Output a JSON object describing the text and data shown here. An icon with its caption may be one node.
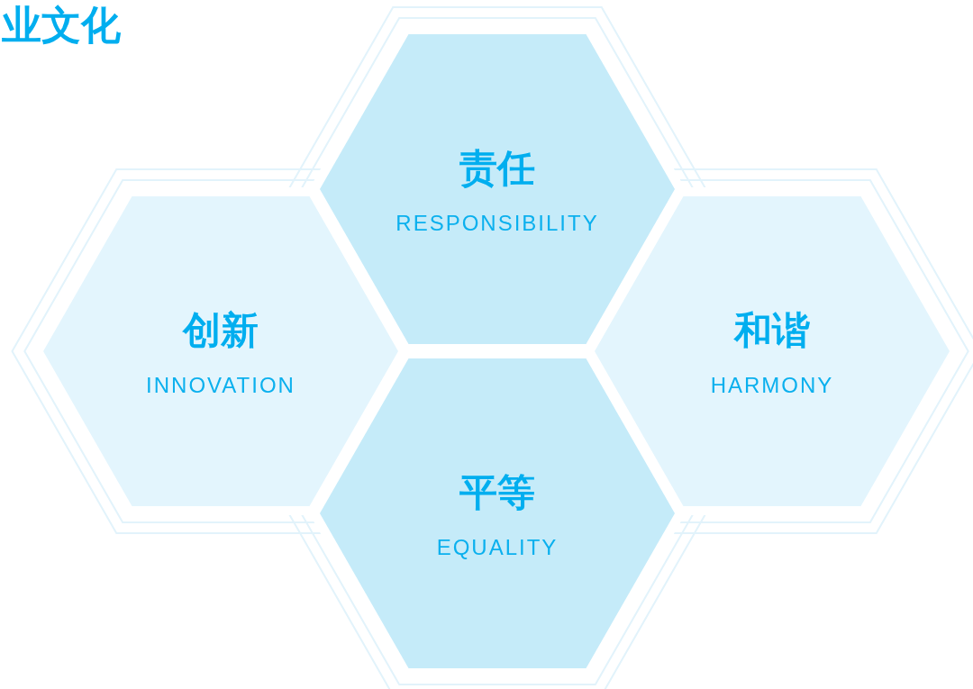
{
  "diagram": {
    "title": "业文化",
    "nodes": [
      {
        "text": [
          "责任",
          "RESPONSIBILITY"
        ]
      },
      {
        "text": [
          "创新",
          "INNOVATION"
        ]
      },
      {
        "text": [
          "和谐",
          "HARMONY"
        ]
      },
      {
        "text": [
          "平等",
          "EQUALITY"
        ]
      }
    ]
  }
}
